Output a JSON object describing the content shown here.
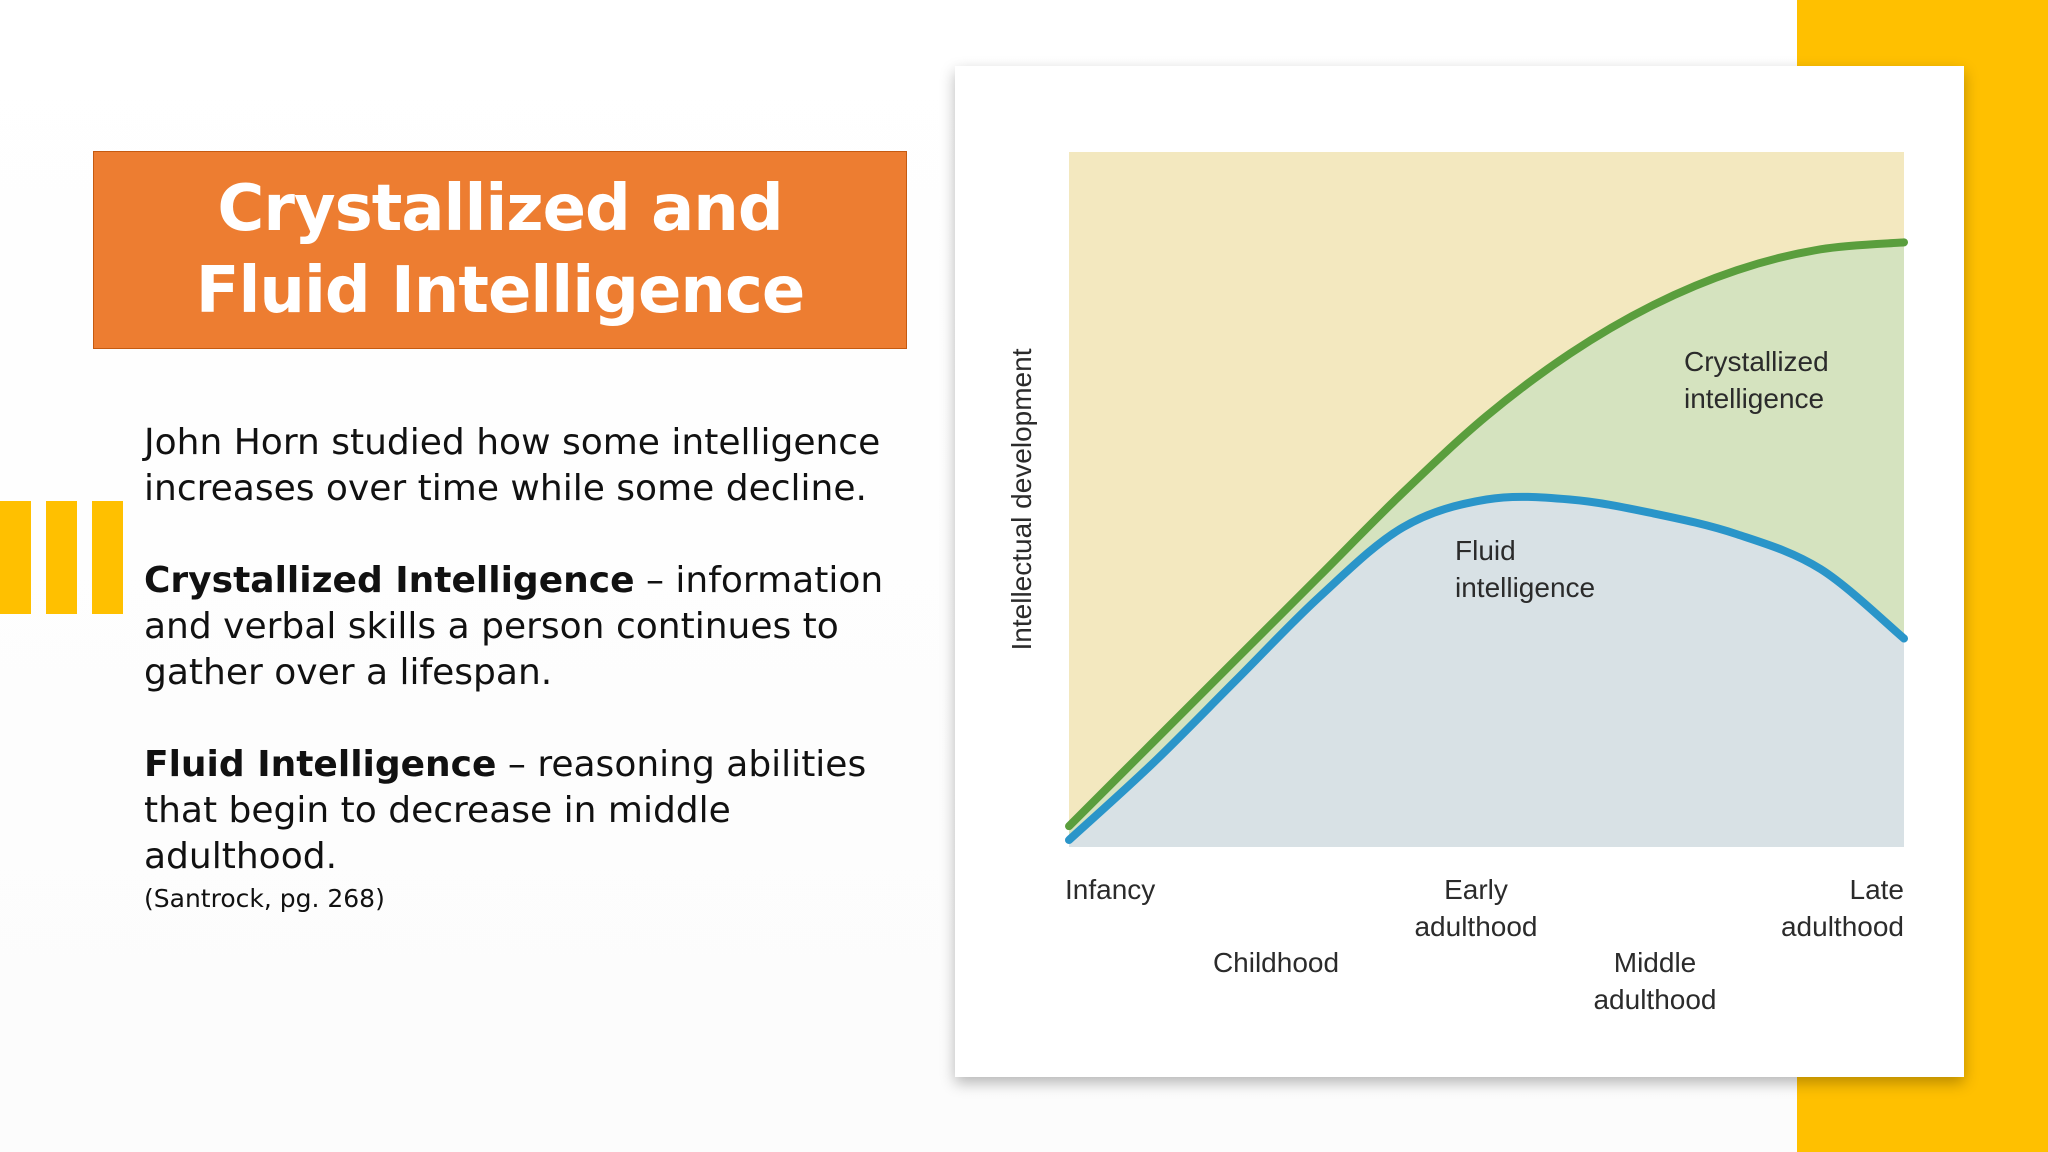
{
  "slide": {
    "title": "Crystallized and Fluid Intelligence",
    "intro": "John Horn studied how some intelligence increases over time while some decline.",
    "definitions": [
      {
        "term": "Crystallized Intelligence",
        "text": " – information and verbal skills a person continues to gather over a lifespan."
      },
      {
        "term": "Fluid Intelligence",
        "text": " – reasoning abilities that begin to decrease in middle adulthood."
      }
    ],
    "citation": "(Santrock, pg. 268)"
  },
  "colors": {
    "accent": "#ffc000",
    "title_bg": "#ed7d31",
    "crystallized_line": "#5a9e3d",
    "fluid_line": "#2a95c9",
    "bg_top": "#f3e8bf",
    "crystallized_fill": "#d5e3bf",
    "fluid_fill": "#d8e1e5"
  },
  "chart_data": {
    "type": "area",
    "title": "",
    "ylabel": "Intellectual development",
    "xlabel": "",
    "categories": [
      "Infancy",
      "Childhood",
      "Early adulthood",
      "Middle adulthood",
      "Late adulthood"
    ],
    "category_lines": [
      [
        "Infancy"
      ],
      [
        "Childhood"
      ],
      [
        "Early",
        "adulthood"
      ],
      [
        "Middle",
        "adulthood"
      ],
      [
        "Late",
        "adulthood"
      ]
    ],
    "x": [
      0,
      1,
      2,
      3,
      4,
      5,
      6,
      7,
      8,
      9,
      10
    ],
    "ylim": [
      0,
      100
    ],
    "series": [
      {
        "name": "Crystallized intelligence",
        "name_lines": [
          "Crystallized",
          "intelligence"
        ],
        "values": [
          3,
          15,
          27,
          39,
          51,
          62,
          71,
          78,
          83,
          86,
          87
        ]
      },
      {
        "name": "Fluid intelligence",
        "name_lines": [
          "Fluid",
          "intelligence"
        ],
        "values": [
          1,
          12,
          24,
          36,
          46,
          50,
          50,
          48,
          45,
          40,
          30
        ]
      }
    ],
    "grid": false,
    "legend": "none"
  }
}
